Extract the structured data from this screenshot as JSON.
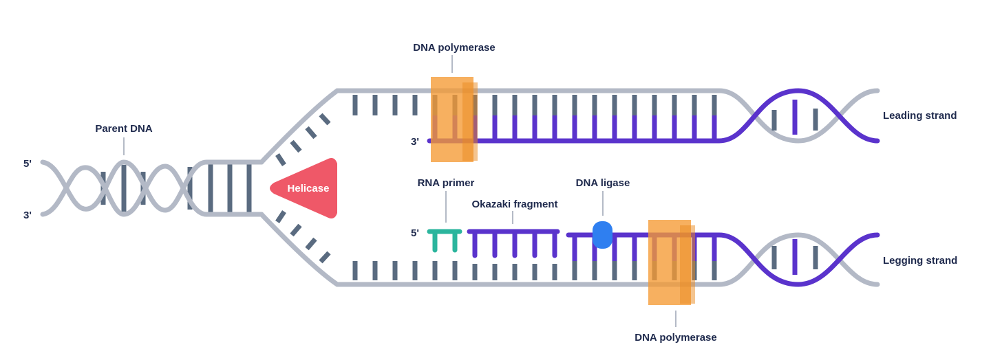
{
  "labels": {
    "parent_dna": "Parent DNA",
    "five_prime_left": "5'",
    "three_prime_left": "3'",
    "helicase": "Helicase",
    "dna_polymerase_top": "DNA polymerase",
    "three_prime_leading": "3'",
    "leading_strand": "Leading strand",
    "rna_primer": "RNA primer",
    "five_prime_lagging": "5'",
    "okazaki_fragment": "Okazaki fragment",
    "dna_ligase": "DNA ligase",
    "lagging_strand": "Legging strand",
    "dna_polymerase_bottom": "DNA polymerase"
  },
  "colors": {
    "parent_strand": "#b3b9c6",
    "parent_rungs": "#5a6b80",
    "new_strand": "#5a33cc",
    "helicase": "#ef5868",
    "polymerase": "#f59a33",
    "primer": "#2bb59d",
    "ligase": "#2f7ff0",
    "text": "#1f2a4d"
  }
}
